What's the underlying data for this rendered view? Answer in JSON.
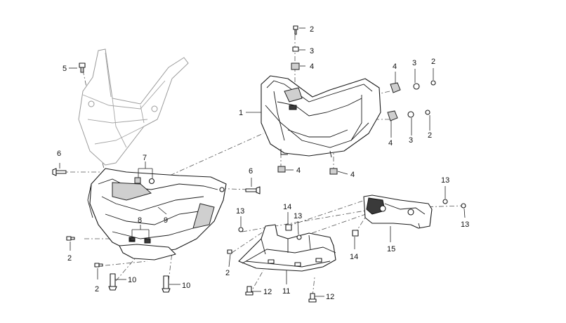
{
  "callouts": {
    "c1": "1",
    "c2a": "2",
    "c2b": "2",
    "c2c": "2",
    "c2d": "2",
    "c2e": "2",
    "c2f": "2",
    "c3a": "3",
    "c3b": "3",
    "c3c": "3",
    "c4a": "4",
    "c4b": "4",
    "c4c": "4",
    "c4d": "4",
    "c4e": "4",
    "c5": "5",
    "c6a": "6",
    "c6b": "6",
    "c7": "7",
    "c8": "8",
    "c9": "9",
    "c10a": "10",
    "c10b": "10",
    "c11": "11",
    "c12a": "12",
    "c12b": "12",
    "c13a": "13",
    "c13b": "13",
    "c13c": "13",
    "c13d": "13",
    "c14a": "14",
    "c14b": "14",
    "c15": "15"
  }
}
